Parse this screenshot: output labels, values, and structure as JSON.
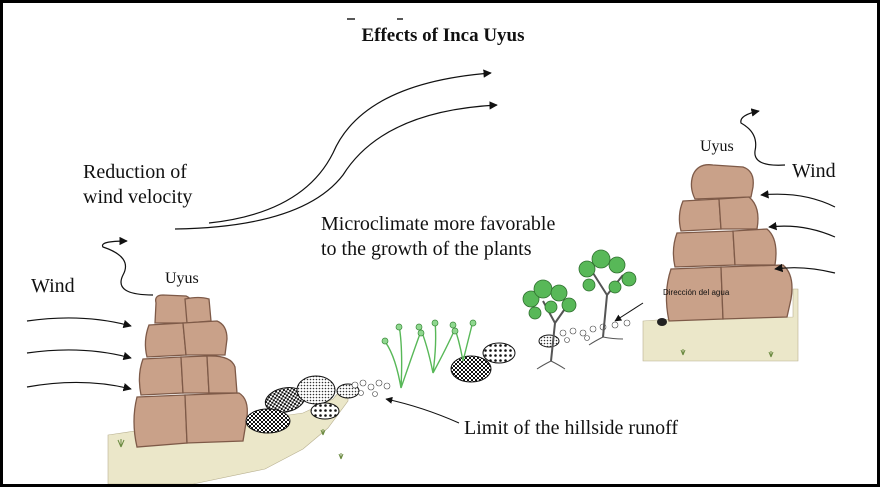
{
  "title": "Effects of Inca Uyus",
  "labels": {
    "wind_left": "Wind",
    "wind_right": "Wind",
    "uyus_left": "Uyus",
    "uyus_right": "Uyus",
    "reduction": [
      "Reduction of",
      "wind velocity"
    ],
    "microclimate": [
      "Microclimate more favorable",
      "to the growth of the plants"
    ],
    "limit": "Limit of the hillside runoff",
    "direccion": "Dirección del agua"
  },
  "colors": {
    "stone": "#c9a189",
    "stone_dark": "#7e5a48",
    "ground": "#ebe7c9",
    "plant": "#58b858",
    "ink": "#111111"
  }
}
